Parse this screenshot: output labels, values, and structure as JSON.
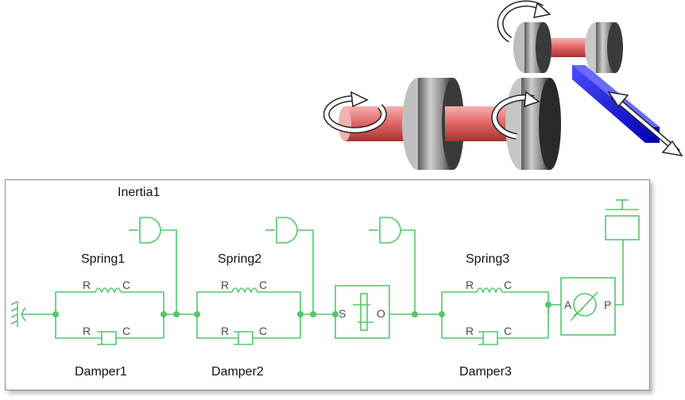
{
  "blocks": {
    "inertia1": "Inertia1",
    "spring1": "Spring1",
    "spring2": "Spring2",
    "spring3": "Spring3",
    "damper1": "Damper1",
    "damper2": "Damper2",
    "damper3": "Damper3"
  },
  "ports": {
    "r": "R",
    "c": "C",
    "s": "S",
    "o": "O",
    "a": "A",
    "p": "P"
  },
  "colors": {
    "wire": "#52c86a",
    "shaft": "#e87878",
    "rack": "#1a1aff",
    "disk": "#8a8a8a"
  }
}
